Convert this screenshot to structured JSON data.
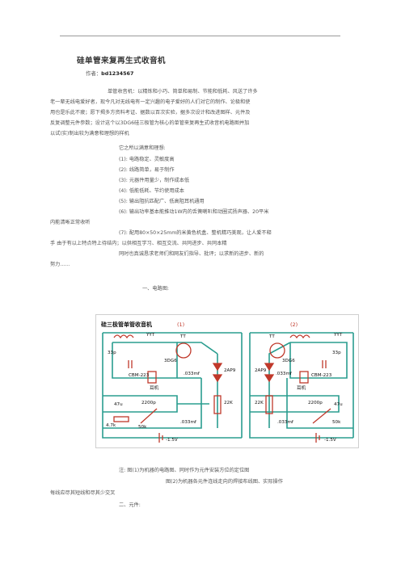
{
  "header": {
    "title": "硅单管来复再生式收音机",
    "author_label": "作者：",
    "author_name": "bd1234567"
  },
  "intro": [
    "单管收音机：以精炼和小巧、简单和易制、节能和低耗、风送了许多",
    "老一辈无线电爱好者，现今凡对无线电有一定兴趣的电子爱好的人们对它的制作、论极和使",
    "用也是乐此不疲；愿下揭多方资料考证、据数以百次实验，据多次设计和改进图样、元件及",
    "反复调整元件参数；设计这个以3DG6硅三极管为核心的单管来复再生式收音机电路图并加",
    "以试(实)制出较为满意和理想的样机"
  ],
  "goals_heading": "它之所以满意和理想:",
  "goals": [
    "(1): 电路稳定、灵敏度高",
    "(2): 线路简单，易于制作",
    "(3): 元器件用量少，制作成本低",
    "(4): 低能低耗、节约使用成本",
    "(5): 输出阻抗匹配广、低高阻耳机通用",
    "(6): 输出功率基本能推动1W内的舌簧喇叭和动圈式扬声器、20平米",
    "内能清晰正常收听",
    "(7): 配用80×50×25mm的米黄色机盒、整机精巧美观，让人爱不释",
    "手    由于有以上特点特上待结内；以供相互学习、相互交流、共同进步、共同本精",
    "同时也真诚恳求老师们和网友们指导、批评；以求新的进步、新的",
    "努力......"
  ],
  "section1": "一、电路图:",
  "circuit": {
    "title": "硅三极管单管收音机",
    "label1": "(1)",
    "label2": "(2)",
    "parts": {
      "yyt": "YYT",
      "tt": "TT",
      "c33p": "33p",
      "cbm": "CBM-223",
      "tr": "3DG6",
      "c033": ".033mf",
      "diode": "2AP9",
      "earphone": "耳机",
      "c47u": "47u",
      "c2200": "2200p",
      "r47k": "4.7k",
      "r50k": "50k",
      "r22k": "22K",
      "battery": "-1.5V"
    },
    "colors": {
      "wire": "#2a9d8f",
      "part": "#c0392b",
      "text": "#111111"
    }
  },
  "notes": [
    "注: 图(1)为机器的电路图、同时作为元件安装方位的定位图",
    "图(2)为机器各元件连线走向的焊接布线图、实际操作",
    "每线应尽其短线和尽其少交叉"
  ],
  "section2": "二、元件:"
}
